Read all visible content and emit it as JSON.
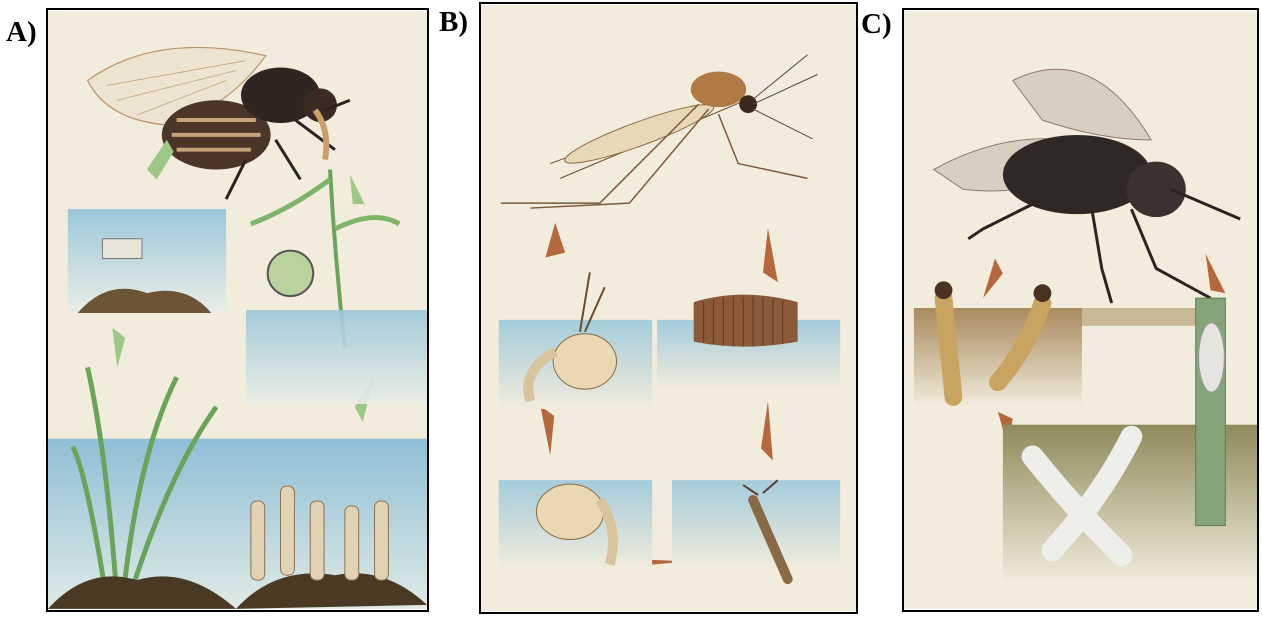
{
  "labels": {
    "a": "A)",
    "b": "B)",
    "c": "C)"
  },
  "colors": {
    "paper": "#f1ecdc",
    "water": "#a9cfe0",
    "soil": "#5b4a2f",
    "green_arrow": "#8fbf7a",
    "brown_arrow": "#b0623a",
    "grass": "#6aa35a",
    "insect_dark": "#2b2320",
    "larva_pale": "#e9dcc0"
  }
}
